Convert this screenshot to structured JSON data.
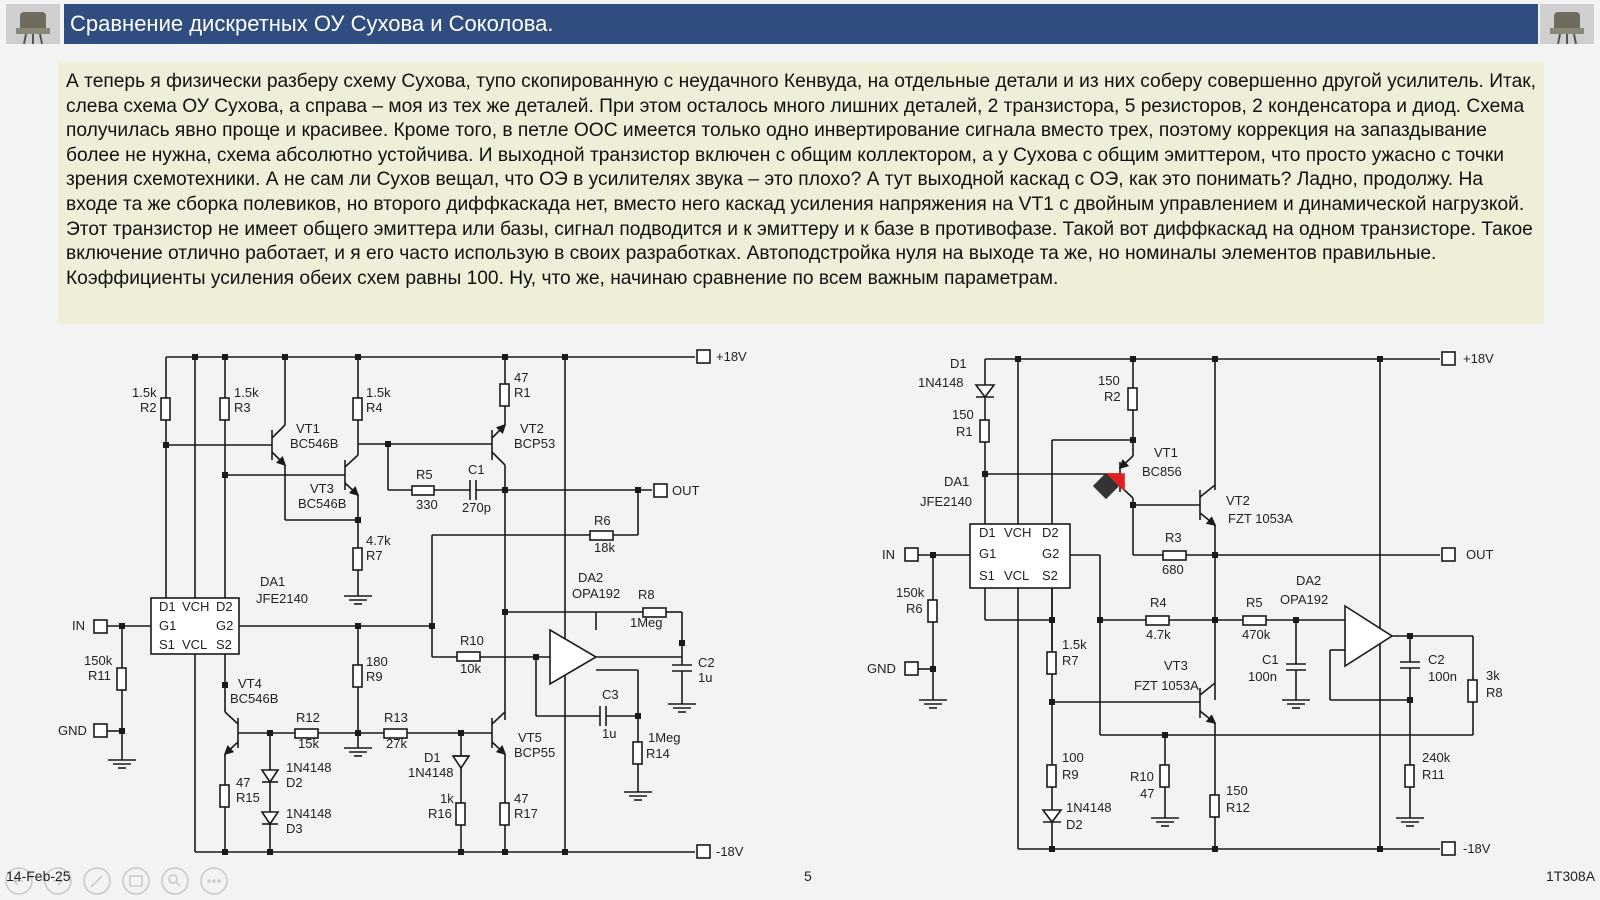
{
  "slide": {
    "title": "Сравнение дискретных ОУ Сухова и Соколова.",
    "body": "А теперь я физически разберу схему Сухова, тупо скопированную с неудачного Кенвуда, на отдельные детали и из них соберу совершенно другой усилитель. Итак, слева схема ОУ Сухова, а справа – моя из тех же деталей. При этом осталось много лишних деталей, 2 транзистора, 5 резисторов, 2 конденсатора и диод. Схема получилась явно проще и красивее. Кроме того, в петле ООС имеется только одно инвертирование сигнала вместо трех, поэтому коррекция на запаздывание более не нужна, схема абсолютно устойчива. И выходной транзистор включен с общим коллектором, а у Сухова с общим эмиттером, что просто ужасно с точки зрения схемотехники. А не сам ли Сухов вещал, что ОЭ в усилителях звука – это плохо? А тут выходной каскад с ОЭ, как это понимать? Ладно, продолжу. На входе та же сборка полевиков, но второго диффкаскада нет, вместо него каскад усиления напряжения на VT1 с двойным управлением и динамической нагрузкой. Этот транзистор не имеет общего эмиттера или базы, сигнал подводится и к эмиттеру и к базе в противофазе. Такой вот диффкаскад на одном транзисторе. Такое включение отлично работает, и я его часто использую в своих разработках. Автоподстройка нуля на выходе та же, но номиналы элементов правильные. Коэффициенты усиления обеих схем равны 100. Ну, что же, начинаю сравнение по всем важным параметрам.",
    "date": "14-Feb-25",
    "page": "5",
    "code": "1T308A"
  },
  "nav_icons": [
    "back-arrow-icon",
    "forward-arrow-icon",
    "pen-icon",
    "slides-icon",
    "zoom-icon",
    "more-icon"
  ],
  "colors": {
    "title_bg": "#2f4d7e",
    "text_bg": "#efeed8",
    "wire": "#1a1a1a",
    "highlight": "#e02020"
  },
  "left_circuit": {
    "rails": {
      "pos": "+18V",
      "neg": "-18V",
      "out": "OUT",
      "in": "IN",
      "gnd": "GND"
    },
    "labels": {
      "R2v": "1.5k",
      "R2": "R2",
      "R3v": "1.5k",
      "R3": "R3",
      "R4v": "1.5k",
      "R4": "R4",
      "R1v": "47",
      "R1": "R1",
      "VT1": "VT1",
      "VT1t": "BC546B",
      "VT2": "VT2",
      "VT2t": "BCP53",
      "VT3": "VT3",
      "VT3t": "BC546B",
      "R5": "R5",
      "R5v": "330",
      "C1": "C1",
      "C1v": "270p",
      "R7v": "4.7k",
      "R7": "R7",
      "R6": "R6",
      "R6v": "18k",
      "DA1": "DA1",
      "DA1t": "JFE2140",
      "DA2": "DA2",
      "DA2t": "OPA192",
      "R8": "R8",
      "R8v": "1Meg",
      "jD1": "D1",
      "jVCH": "VCH",
      "jD2": "D2",
      "jG1": "G1",
      "jG2": "G2",
      "jS1": "S1",
      "jVCL": "VCL",
      "jS2": "S2",
      "R11v": "150k",
      "R11": "R11",
      "R10": "R10",
      "R10v": "10k",
      "R9v": "180",
      "R9": "R9",
      "C2": "C2",
      "C2v": "1u",
      "VT4": "VT4",
      "VT4t": "BC546B",
      "C3": "C3",
      "C3v": "1u",
      "R12": "R12",
      "R12v": "15k",
      "R13": "R13",
      "R13v": "27k",
      "VT5": "VT5",
      "VT5t": "BCP55",
      "R14v": "1Meg",
      "R14": "R14",
      "D1": "D1",
      "D1t": "1N4148",
      "D2t": "1N4148",
      "D2": "D2",
      "D3t": "1N4148",
      "D3": "D3",
      "R15v": "47",
      "R15": "R15",
      "R16v": "1k",
      "R16": "R16",
      "R17v": "47",
      "R17": "R17"
    }
  },
  "right_circuit": {
    "rails": {
      "pos": "+18V",
      "neg": "-18V",
      "out": "OUT",
      "in": "IN",
      "gnd": "GND"
    },
    "labels": {
      "D1": "D1",
      "D1t": "1N4148",
      "R1v": "150",
      "R1": "R1",
      "R2v": "150",
      "R2": "R2",
      "VT1": "VT1",
      "VT1t": "BC856",
      "DA1": "DA1",
      "DA1t": "JFE2140",
      "VT2": "VT2",
      "VT2t": "FZT 1053A",
      "jD1": "D1",
      "jVCH": "VCH",
      "jD2": "D2",
      "jG1": "G1",
      "jG2": "G2",
      "jS1": "S1",
      "jVCL": "VCL",
      "jS2": "S2",
      "R3": "R3",
      "R3v": "680",
      "R6v": "150k",
      "R6": "R6",
      "R4": "R4",
      "R4v": "4.7k",
      "R5": "R5",
      "R5v": "470k",
      "DA2": "DA2",
      "DA2t": "OPA192",
      "C1": "C1",
      "C1v": "100n",
      "C2": "C2",
      "C2v": "100n",
      "R8v": "3k",
      "R8": "R8",
      "R7v": "1.5k",
      "R7": "R7",
      "VT3": "VT3",
      "VT3t": "FZT 1053A",
      "R9v": "100",
      "R9": "R9",
      "R10": "R10",
      "R10v": "47",
      "R12v": "150",
      "R12": "R12",
      "R11v": "240k",
      "R11": "R11",
      "D2t": "1N4148",
      "D2": "D2"
    }
  }
}
